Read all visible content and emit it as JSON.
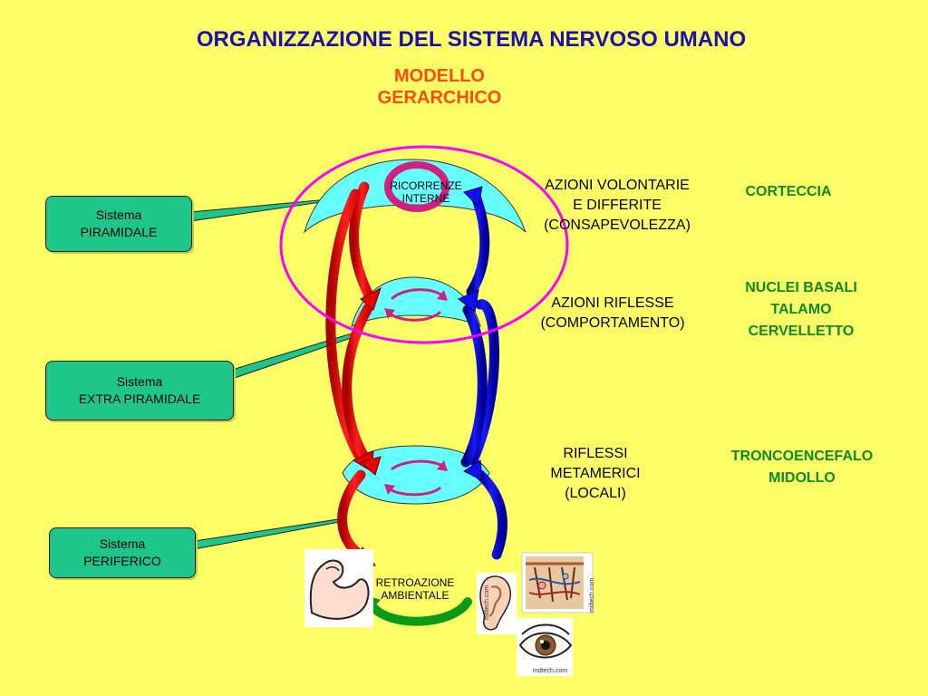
{
  "title": "ORGANIZZAZIONE DEL SISTEMA NERVOSO UMANO",
  "subtitle": [
    "MODELLO",
    "GERARCHICO"
  ],
  "systems": [
    {
      "line1": "Sistema",
      "line2": "PIRAMIDALE"
    },
    {
      "line1": "Sistema",
      "line2": "EXTRA PIRAMIDALE"
    },
    {
      "line1": "Sistema",
      "line2": "PERIFERICO"
    }
  ],
  "levels": [
    {
      "lines": [
        "AZIONI VOLONTARIE",
        "E DIFFERITE",
        "(CONSAPEVOLEZZA)"
      ],
      "bold_first": true
    },
    {
      "lines": [
        "AZIONI RIFLESSE",
        "(COMPORTAMENTO)"
      ]
    },
    {
      "lines": [
        "RIFLESSI",
        "METAMERICI",
        "(LOCALI)"
      ]
    }
  ],
  "structures": [
    {
      "lines": [
        "CORTECCIA"
      ]
    },
    {
      "lines": [
        "NUCLEI BASALI",
        "TALAMO",
        "CERVELLETTO"
      ]
    },
    {
      "lines": [
        "TRONCOENCEFALO",
        "MIDOLLO"
      ]
    }
  ],
  "labels": {
    "ricorrenze": [
      "RICORRENZE",
      "INTERNE"
    ],
    "retroazione": [
      "RETROAZIONE",
      "AMBIENTALE"
    ]
  },
  "watermarks": {
    "ear": "mdtech.com",
    "skin": "mdtech.com",
    "eye": "mdtech.com"
  },
  "colors": {
    "background": "#ffff66",
    "title": "#1a10b0",
    "subtitle": "#ff4a10",
    "structures": "#0a8c1a",
    "system_box": "#1fc68c",
    "layers": "#66ffff",
    "ascending_arrow": "#0000cc",
    "descending_arrow": "#ff0000",
    "feedback_arrow": "#0a9a1a",
    "highlight_ellipse": "#ff00ff",
    "recurrence_arrow": "#d02080"
  }
}
